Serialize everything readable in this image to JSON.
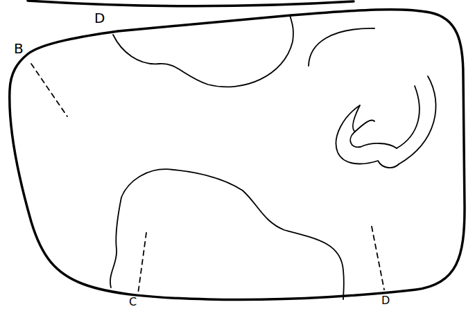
{
  "diagram": {
    "labels": [
      "D",
      "B",
      "C",
      "D"
    ]
  }
}
